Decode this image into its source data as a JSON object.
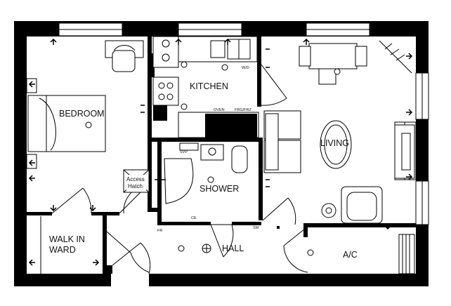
{
  "rooms": {
    "bedroom": "BEDROOM",
    "kitchen": "KITCHEN",
    "living": "LIVING",
    "shower": "SHOWER",
    "hall": "HALL",
    "walk_in_ward_line1": "WALK IN",
    "walk_in_ward_line2": "WARD",
    "ac": "A/C"
  },
  "labels": {
    "access_hatch_line1": "Access",
    "access_hatch_line2": "Hatch",
    "svp": "SVP",
    "oven": "OVEN",
    "frg_frz": "FRG/FRZ",
    "w_d": "W/D",
    "fr": "FR",
    "ce": "CE",
    "sm": "SM"
  },
  "colors": {
    "wall": "#000000",
    "background": "#ffffff"
  }
}
